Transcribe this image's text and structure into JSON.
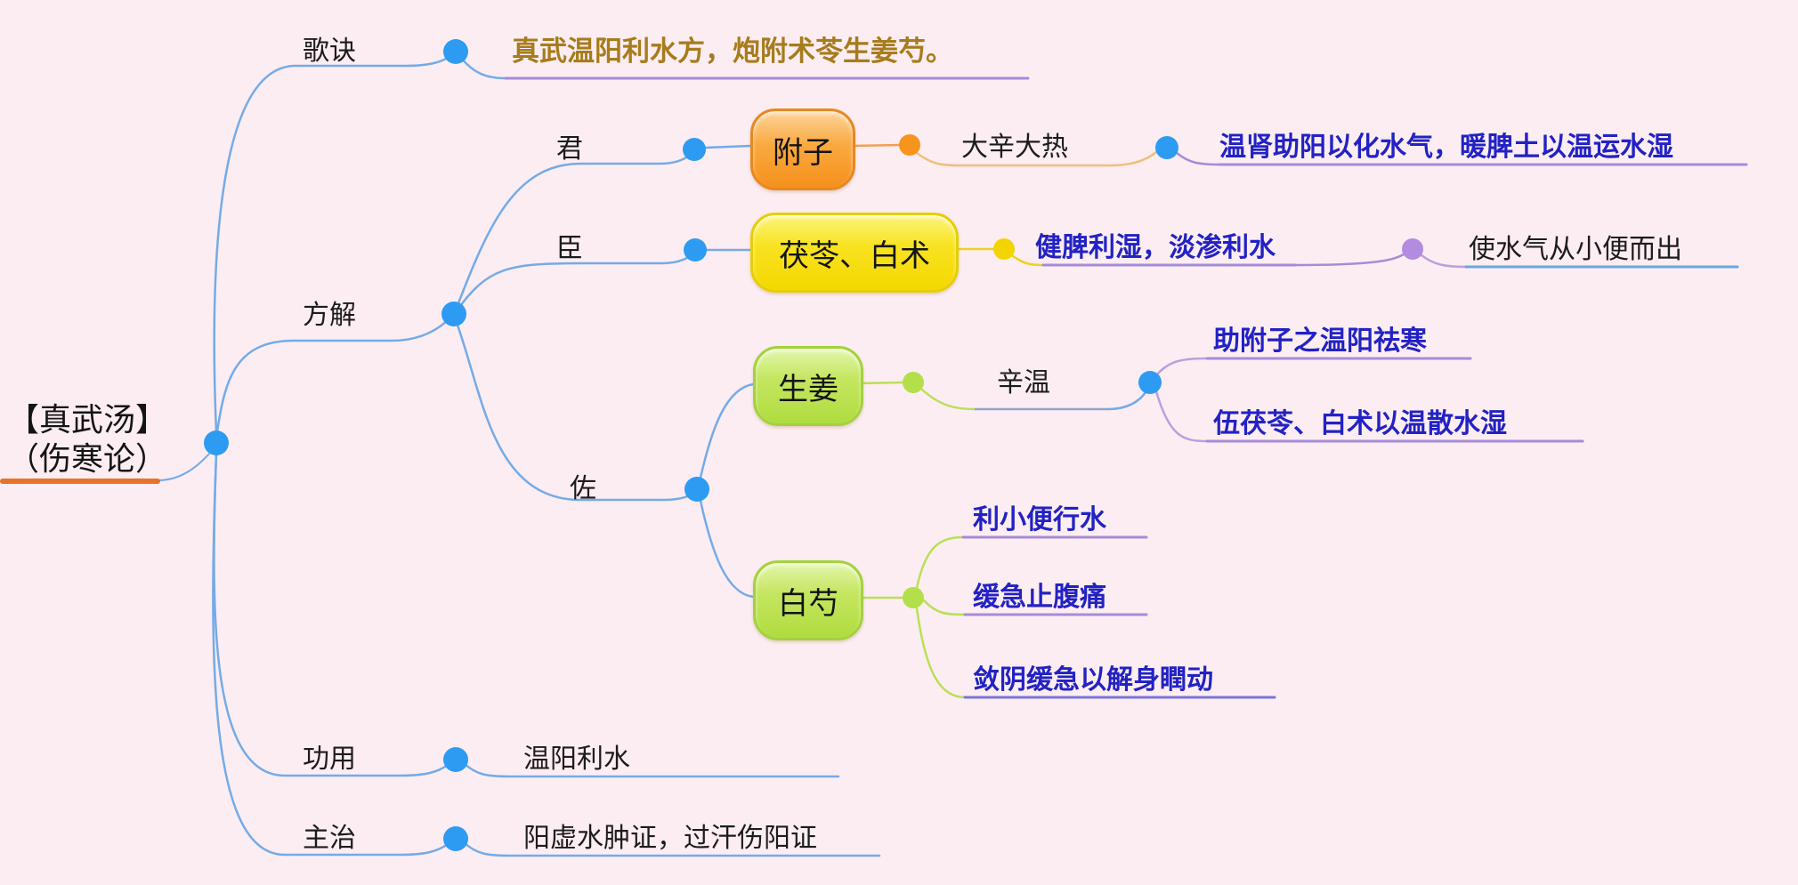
{
  "colors": {
    "background": "#FCEDF2",
    "branch_line_blue": "#74ABE8",
    "dot_blue": "#2E9BF2",
    "dot_orange": "#F7941E",
    "dot_yellow": "#F3D400",
    "dot_green": "#B3DF4A",
    "dot_purple": "#B38BE0",
    "text_black": "#1C1C1C",
    "text_blue": "#2222C4",
    "text_gold": "#A67C1C",
    "root_underline_orange": "#E8732A",
    "underline_purple": "#A48CD8",
    "underline_blue": "#69A8E0",
    "capsule_orange": "#F5901C",
    "capsule_yellow": "#F4D800",
    "capsule_green": "#B0DC3F"
  },
  "root": {
    "line1": "【真武汤】",
    "line2": "（伤寒论）"
  },
  "gejue": {
    "label": "歌诀",
    "verse": "真武温阳利水方，炮附术苓生姜芍。"
  },
  "fangjie": {
    "label": "方解",
    "jun": {
      "role": "君",
      "herb": "附子",
      "property": "大辛大热",
      "effect": "温肾助阳以化水气，暖脾土以温运水湿"
    },
    "chen": {
      "role": "臣",
      "herb": "茯苓、白术",
      "effect": "健脾利湿，淡渗利水",
      "outcome": "使水气从小便而出"
    },
    "zuo": {
      "role": "佐",
      "shengjiang": {
        "herb": "生姜",
        "property": "辛温",
        "effects": [
          "助附子之温阳祛寒",
          "伍茯苓、白术以温散水湿"
        ]
      },
      "baishao": {
        "herb": "白芍",
        "effects": [
          "利小便行水",
          "缓急止腹痛",
          "敛阴缓急以解身瞤动"
        ]
      }
    }
  },
  "gongyong": {
    "label": "功用",
    "content": "温阳利水"
  },
  "zhuzhi": {
    "label": "主治",
    "content": "阳虚水肿证，过汗伤阳证"
  }
}
